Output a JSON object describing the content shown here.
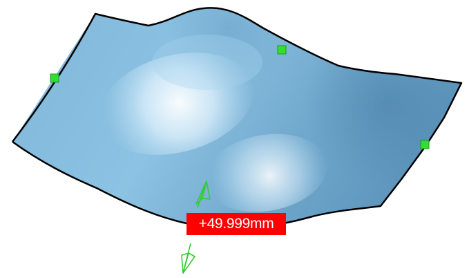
{
  "viewport": {
    "background_color": "#ffffff",
    "surface": {
      "name": "deformed-surface",
      "fill_dark": "#5f96bd",
      "fill_mid": "#86bcde",
      "highlight_color": "#f4fbff",
      "boundary_color": "#000000"
    },
    "control_points": {
      "color": "#33dd33",
      "count": 3
    },
    "dimension": {
      "value_text": "+49.999mm",
      "label_background": "#ff0000",
      "label_text_color": "#ffffff",
      "manipulator_color": "#33cc33",
      "manipulator_icon": "green-arrow-manipulator"
    }
  }
}
